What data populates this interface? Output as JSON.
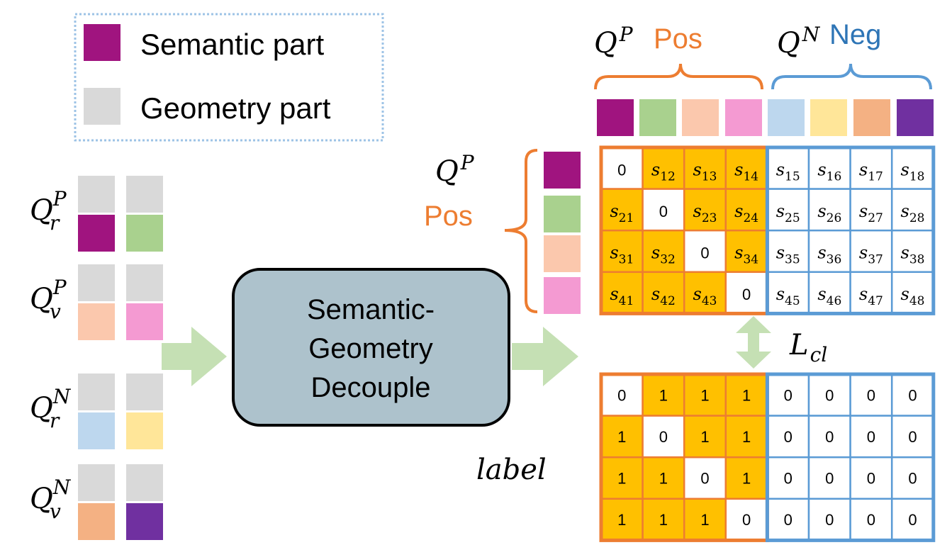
{
  "legend": {
    "semantic_label": "Semantic part",
    "geometry_label": "Geometry part",
    "semantic_color": "#a0147f",
    "geometry_color": "#d9d9d9"
  },
  "left_queries": [
    {
      "symbol": "Q",
      "sup": "P",
      "sub": "r",
      "colors": [
        "#a0147f",
        "#a9d18e"
      ]
    },
    {
      "symbol": "Q",
      "sup": "P",
      "sub": "v",
      "colors": [
        "#fbc8ad",
        "#f49ad2"
      ]
    },
    {
      "symbol": "Q",
      "sup": "N",
      "sub": "r",
      "colors": [
        "#bdd7ee",
        "#ffe699"
      ]
    },
    {
      "symbol": "Q",
      "sup": "N",
      "sub": "v",
      "colors": [
        "#f4b183",
        "#7030a0"
      ]
    }
  ],
  "decouple_box": {
    "lines": [
      "Semantic-",
      "Geometry",
      "Decouple"
    ]
  },
  "top_header": {
    "pos_symbol": "Q",
    "pos_sup": "P",
    "pos_word": "Pos",
    "neg_symbol": "Q",
    "neg_sup": "N",
    "neg_word": "Neg",
    "colors": [
      "#a0147f",
      "#a9d18e",
      "#fbc8ad",
      "#f49ad2",
      "#bdd7ee",
      "#ffe699",
      "#f4b183",
      "#7030a0"
    ]
  },
  "side_header": {
    "symbol": "Q",
    "sup": "P",
    "word": "Pos",
    "colors": [
      "#a0147f",
      "#a9d18e",
      "#fbc8ad",
      "#f49ad2"
    ]
  },
  "similarity_matrix": [
    [
      [
        "0",
        ""
      ],
      [
        "s",
        "12"
      ],
      [
        "s",
        "13"
      ],
      [
        "s",
        "14"
      ],
      [
        "s",
        "15"
      ],
      [
        "s",
        "16"
      ],
      [
        "s",
        "17"
      ],
      [
        "s",
        "18"
      ]
    ],
    [
      [
        "s",
        "21"
      ],
      [
        "0",
        ""
      ],
      [
        "s",
        "23"
      ],
      [
        "s",
        "24"
      ],
      [
        "s",
        "25"
      ],
      [
        "s",
        "26"
      ],
      [
        "s",
        "27"
      ],
      [
        "s",
        "28"
      ]
    ],
    [
      [
        "s",
        "31"
      ],
      [
        "s",
        "32"
      ],
      [
        "0",
        ""
      ],
      [
        "s",
        "34"
      ],
      [
        "s",
        "35"
      ],
      [
        "s",
        "36"
      ],
      [
        "s",
        "37"
      ],
      [
        "s",
        "38"
      ]
    ],
    [
      [
        "s",
        "41"
      ],
      [
        "s",
        "42"
      ],
      [
        "s",
        "43"
      ],
      [
        "0",
        ""
      ],
      [
        "s",
        "45"
      ],
      [
        "s",
        "46"
      ],
      [
        "s",
        "47"
      ],
      [
        "s",
        "48"
      ]
    ]
  ],
  "label_matrix": [
    [
      "0",
      "1",
      "1",
      "1",
      "0",
      "0",
      "0",
      "0"
    ],
    [
      "1",
      "0",
      "1",
      "1",
      "0",
      "0",
      "0",
      "0"
    ],
    [
      "1",
      "1",
      "0",
      "1",
      "0",
      "0",
      "0",
      "0"
    ],
    [
      "1",
      "1",
      "1",
      "0",
      "0",
      "0",
      "0",
      "0"
    ]
  ],
  "loss": {
    "symbol": "L",
    "sub": "cl"
  },
  "label_caption": "label",
  "colors": {
    "pos_orange": "#ed7d31",
    "neg_blue": "#5b9bd5",
    "cell_gold": "#ffc000",
    "arrow_green": "#c5e0b4",
    "box_fill": "#adc2cc",
    "legend_border": "#9dc3e6"
  }
}
